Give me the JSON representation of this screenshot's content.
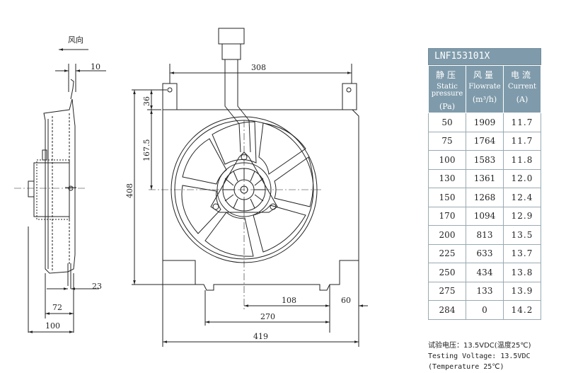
{
  "side_view": {
    "airflow_label": "风向",
    "dim_10": "10",
    "dim_23": "23",
    "dim_72": "72",
    "dim_100": "100"
  },
  "front_view": {
    "dim_308": "308",
    "dim_36": "36",
    "dim_167_5": "167.5",
    "dim_408": "408",
    "dim_108": "108",
    "dim_60": "60",
    "dim_270": "270",
    "dim_419": "419"
  },
  "spec_table": {
    "model": "LNF153101X",
    "headers": [
      {
        "zh": "静压",
        "en": "Static pressure",
        "unit": "(Pa)"
      },
      {
        "zh": "风量",
        "en": "Flowrate",
        "unit": "(m³/h)"
      },
      {
        "zh": "电流",
        "en": "Current",
        "unit": "(A)"
      }
    ],
    "rows": [
      [
        "50",
        "1909",
        "11.7"
      ],
      [
        "75",
        "1764",
        "11.7"
      ],
      [
        "100",
        "1583",
        "11.8"
      ],
      [
        "130",
        "1361",
        "12.0"
      ],
      [
        "150",
        "1268",
        "12.4"
      ],
      [
        "170",
        "1094",
        "12.9"
      ],
      [
        "200",
        "813",
        "13.5"
      ],
      [
        "225",
        "633",
        "13.7"
      ],
      [
        "250",
        "434",
        "13.8"
      ],
      [
        "275",
        "133",
        "13.9"
      ],
      [
        "284",
        "0",
        "14.2"
      ]
    ]
  },
  "notes": {
    "line1": "试验电压：13.5VDC(温度25℃)",
    "line2": "Testing Voltage: 13.5VDC",
    "line3": "(Temperature 25℃)"
  }
}
